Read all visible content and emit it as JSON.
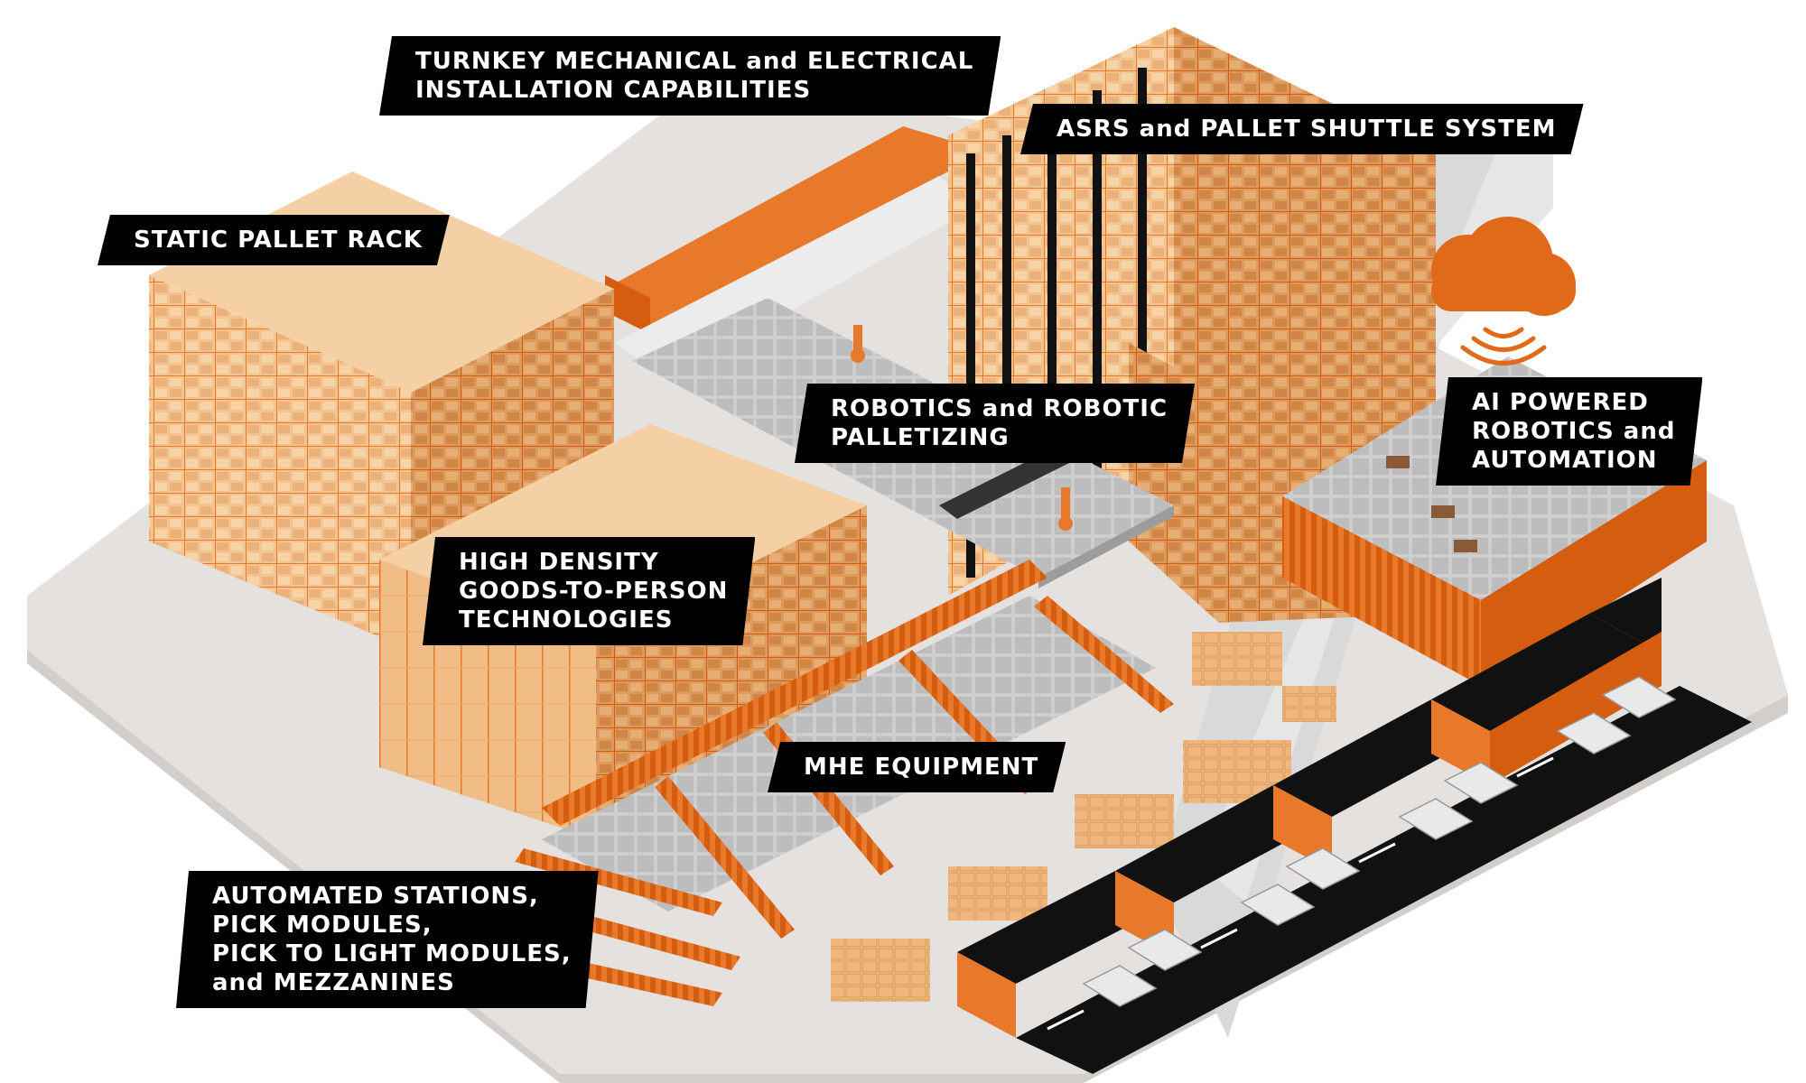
{
  "labels": {
    "turnkey": [
      "TURNKEY MECHANICAL and ELECTRICAL",
      "INSTALLATION CAPABILITIES"
    ],
    "asrs": [
      "ASRS and PALLET SHUTTLE SYSTEM"
    ],
    "static_rack": [
      "STATIC PALLET RACK"
    ],
    "robotics": [
      "ROBOTICS and ROBOTIC",
      "PALLETIZING"
    ],
    "ai": [
      "AI POWERED",
      "ROBOTICS and",
      "AUTOMATION"
    ],
    "goods_to_person": [
      "HIGH DENSITY",
      "GOODS-TO-PERSON",
      "TECHNOLOGIES"
    ],
    "mhe": [
      "MHE EQUIPMENT"
    ],
    "automated": [
      "AUTOMATED STATIONS,",
      "PICK MODULES,",
      "PICK TO LIGHT MODULES,",
      "and MEZZANINES"
    ]
  },
  "colors": {
    "floor": "#e4e1df",
    "floor_edge": "#d2cecb",
    "rack_orange": "#e8782a",
    "carton": "#f3c48f",
    "carton_dark": "#dc9a5c",
    "dark_orange": "#d45d10",
    "black": "#111111",
    "grid_gray": "#b8b8b8",
    "wall_gray": "#d9d9d9",
    "cloud": "#e06a1a",
    "truck": "#e9e9e9"
  },
  "icons": [
    "cloud-icon",
    "wifi-signal-icon",
    "truck-icon",
    "arrow-left-icon"
  ]
}
